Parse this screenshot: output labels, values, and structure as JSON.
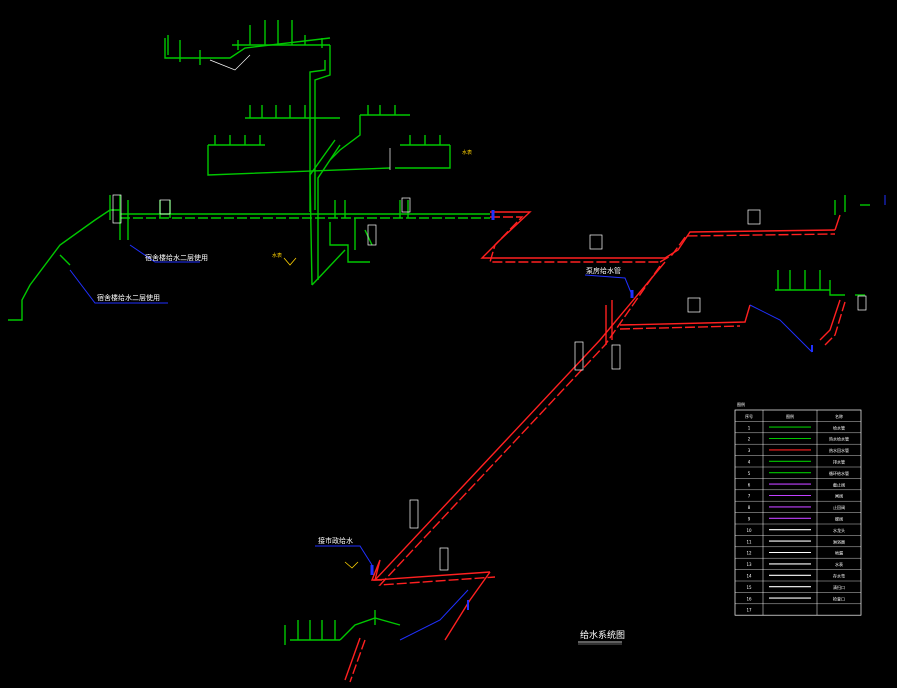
{
  "drawing": {
    "title": "给水系统图",
    "labels": {
      "cold_water_2f": "宿舍楼给水二层使用",
      "cold_water_2f_b": "宿舍楼给水二层使用",
      "pump_room": "泵房给水管",
      "source": "接市政给水",
      "meter": "水表",
      "meter2": "水表"
    }
  },
  "legend": {
    "heading": "图例",
    "columns": [
      "序号",
      "图例",
      "名称"
    ],
    "rows": [
      {
        "no": "1",
        "name": "给水管",
        "color": "#00c800"
      },
      {
        "no": "2",
        "name": "热水给水管",
        "color": "#00c800"
      },
      {
        "no": "3",
        "name": "热水回水管",
        "color": "#ff2020"
      },
      {
        "no": "4",
        "name": "排水管",
        "color": "#00c800"
      },
      {
        "no": "5",
        "name": "循环给水管",
        "color": "#00c800"
      },
      {
        "no": "6",
        "name": "截止阀",
        "color": "#c040ff"
      },
      {
        "no": "7",
        "name": "闸阀",
        "color": "#c040ff"
      },
      {
        "no": "8",
        "name": "止回阀",
        "color": "#c040ff"
      },
      {
        "no": "9",
        "name": "蝶阀",
        "color": "#c040ff"
      },
      {
        "no": "10",
        "name": "水龙头",
        "color": "#ffffff"
      },
      {
        "no": "11",
        "name": "淋浴器",
        "color": "#ffffff"
      },
      {
        "no": "12",
        "name": "地漏",
        "color": "#ffffff"
      },
      {
        "no": "13",
        "name": "水表",
        "color": "#ffffff"
      },
      {
        "no": "14",
        "name": "存水弯",
        "color": "#ffffff"
      },
      {
        "no": "15",
        "name": "清扫口",
        "color": "#ffffff"
      },
      {
        "no": "16",
        "name": "检查口",
        "color": "#ffffff"
      },
      {
        "no": "17",
        "name": ""
      }
    ]
  },
  "colors": {
    "cold": "#00c800",
    "hot": "#ff2020",
    "blue": "#2030ff",
    "white": "#ffffff",
    "yellow": "#ffd200",
    "magenta": "#c040ff"
  }
}
